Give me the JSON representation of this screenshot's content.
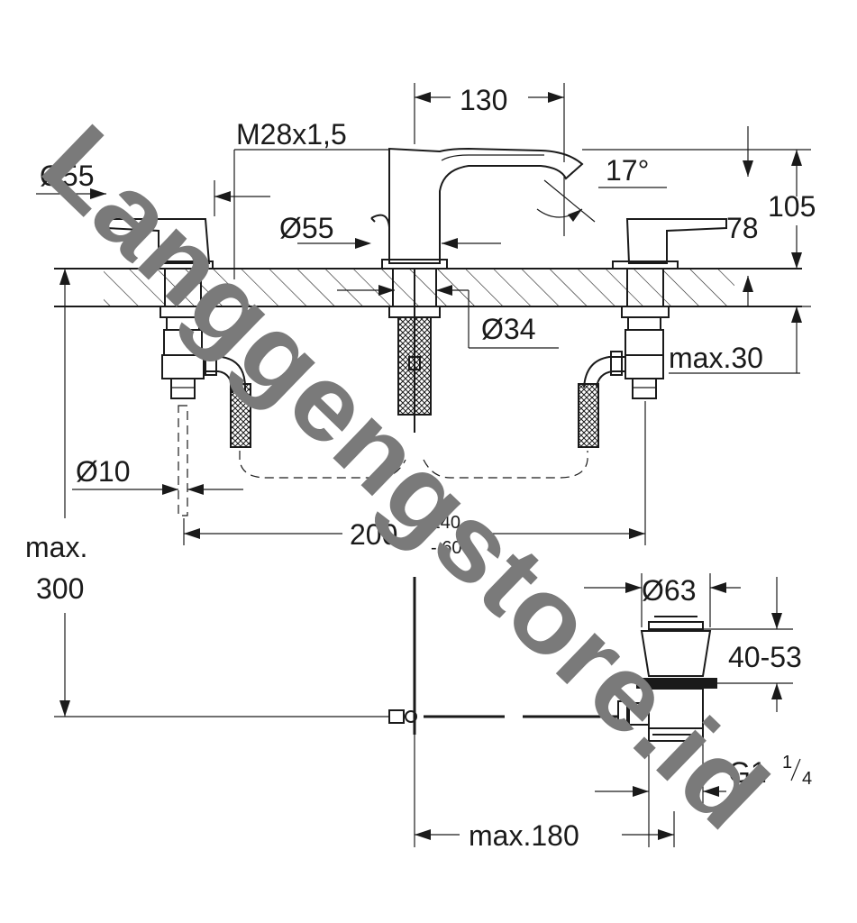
{
  "watermark": "Langgengstore.id",
  "dimensions": {
    "d130": "130",
    "thread": "M28x1,5",
    "d55_left": "Ø55",
    "d55_mid": "Ø55",
    "angle": "17°",
    "d105": "105",
    "d78": "78",
    "d34": "Ø34",
    "max30": "max.30",
    "d10": "Ø10",
    "d200": "200",
    "d200_plus": "+140",
    "d200_minus": "- 60",
    "max300_a": "max.",
    "max300_b": "300",
    "d63": "Ø63",
    "d4053": "40-53",
    "g1": "G1",
    "g1_num": "1",
    "g1_den": "4",
    "max180": "max.180"
  },
  "colors": {
    "line": "#1a1a1a",
    "watermark": "#7a7a7a",
    "background": "#ffffff"
  }
}
